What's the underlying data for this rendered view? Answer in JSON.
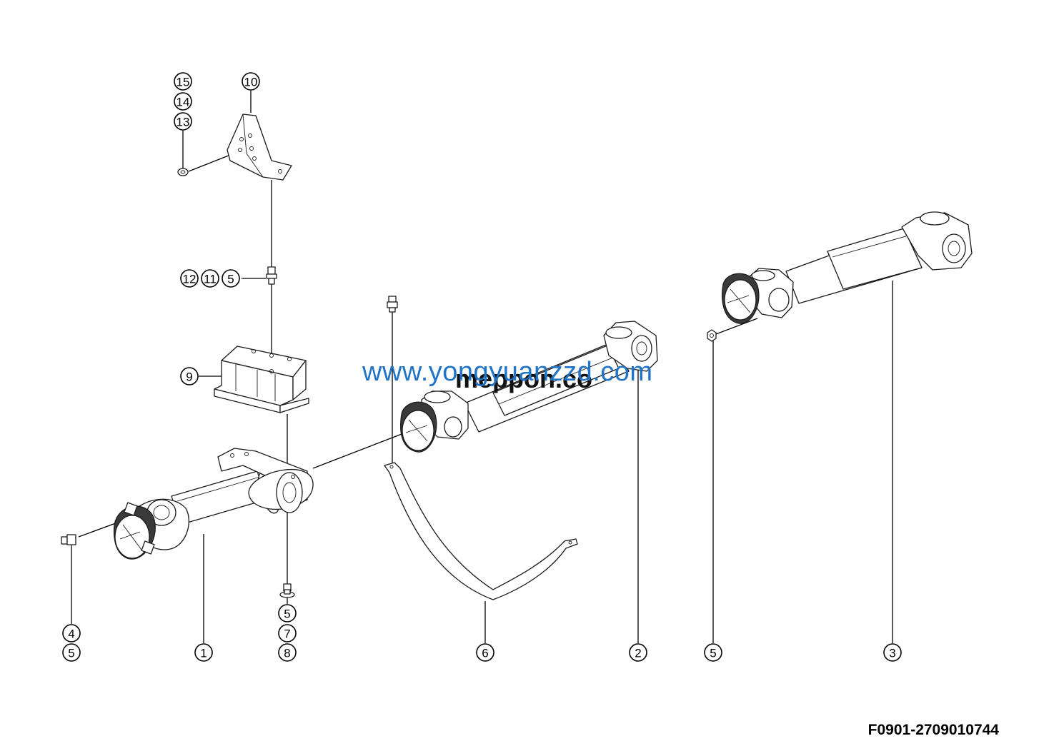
{
  "callouts": {
    "c15": "15",
    "c14": "14",
    "c13": "13",
    "c10": "10",
    "c12": "12",
    "c11": "11",
    "c5_upper": "5",
    "c9": "9",
    "c4": "4",
    "c5_left": "5",
    "c1": "1",
    "c5_mid": "5",
    "c7": "7",
    "c8": "8",
    "c6": "6",
    "c2": "2",
    "c5_right": "5",
    "c3": "3"
  },
  "watermark": {
    "primary": "www.yongyuanzzd.com",
    "secondary": "meppon.co"
  },
  "drawing_code": "F0901-2709010744",
  "colors": {
    "watermark_blue": "#1f74c9",
    "line": "#000000"
  }
}
